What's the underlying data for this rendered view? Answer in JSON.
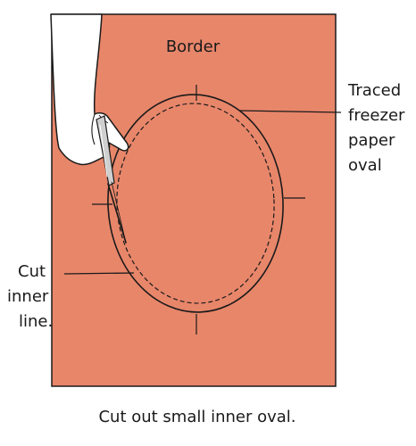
{
  "diagram": {
    "labels": {
      "border": "Border",
      "traced_line1": "Traced",
      "traced_line2": "freezer",
      "traced_line3": "paper",
      "traced_line4": "oval",
      "cut_line1": "Cut",
      "cut_line2": "inner",
      "cut_line3": "line."
    },
    "caption": "Cut out small inner oval."
  },
  "colors": {
    "fabric": "#E8866A",
    "outline": "#1a1a1a",
    "hand": "#ffffff"
  },
  "icons": {
    "tool": "seam-ripper-icon",
    "hand": "hand-icon"
  }
}
